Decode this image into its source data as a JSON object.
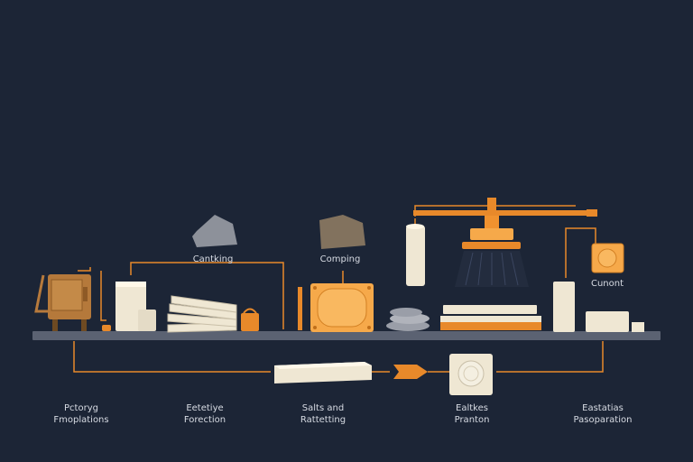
{
  "labels": {
    "top_left": "Cantking",
    "top_mid": "Comping",
    "top_right": "Cunont"
  },
  "captions": [
    {
      "line1": "Pctoryg",
      "line2": "Fmoplations"
    },
    {
      "line1": "Eetetiye",
      "line2": "Forection"
    },
    {
      "line1": "Salts and",
      "line2": "Rattetting"
    },
    {
      "line1": "Ealtkes",
      "line2": "Pranton"
    },
    {
      "line1": "Eastatias",
      "line2": "Pasoparation"
    }
  ],
  "colors": {
    "background": "#1c2536",
    "accent": "#e8892a",
    "conveyor": "#5b6272",
    "cream": "#efe7d3",
    "stone": "#8d919a"
  }
}
